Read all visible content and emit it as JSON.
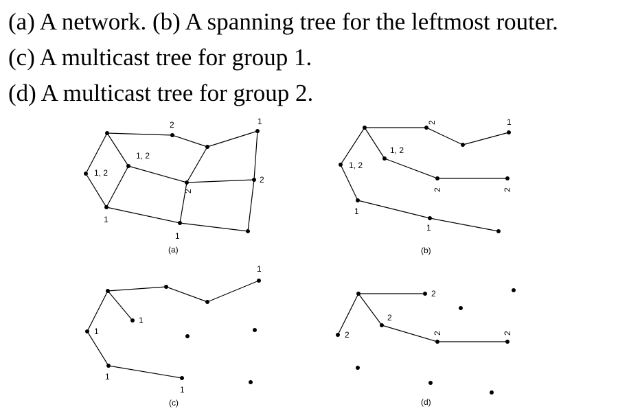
{
  "captions": {
    "a_b": "(a) A network.   (b) A spanning tree for the leftmost router.",
    "c": "(c) A multicast tree for group 1.",
    "d": "(d) A multicast tree for group 2."
  },
  "panels": {
    "a": {
      "label": "(a)",
      "node_labels": [
        "1, 2",
        "1, 2",
        "2",
        "1",
        "2",
        "2",
        "1",
        "1"
      ]
    },
    "b": {
      "label": "(b)",
      "node_labels": [
        "1, 2",
        "1, 2",
        "2",
        "1",
        "2",
        "2",
        "1",
        "1"
      ]
    },
    "c": {
      "label": "(c)",
      "node_labels": [
        "1",
        "1",
        "1",
        "1",
        "1"
      ]
    },
    "d": {
      "label": "(d)",
      "node_labels": [
        "2",
        "2",
        "2",
        "2",
        "2"
      ]
    }
  }
}
